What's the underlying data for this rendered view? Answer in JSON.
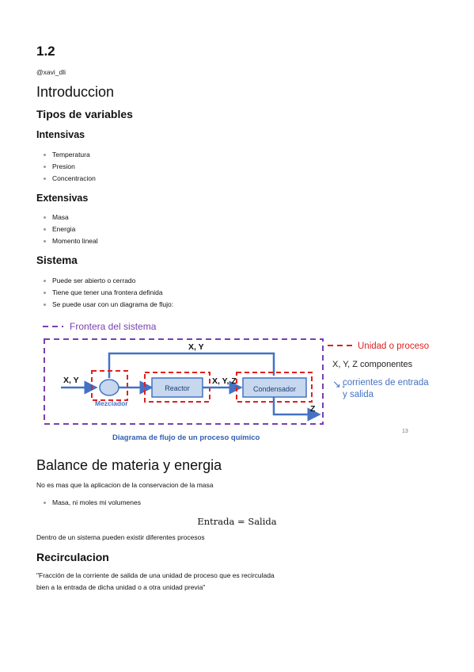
{
  "header": {
    "section_number": "1.2",
    "author": "@xavi_dli"
  },
  "intro": {
    "title": "Introduccion"
  },
  "tipos": {
    "title": "Tipos de variables",
    "intensivas": {
      "title": "Intensivas",
      "items": [
        "Temperatura",
        "Presion",
        "Concentracion"
      ]
    },
    "extensivas": {
      "title": "Extensivas",
      "items": [
        "Masa",
        "Energia",
        "Momento lineal"
      ]
    }
  },
  "sistema": {
    "title": "Sistema",
    "items": [
      "Puede ser abierto o cerrado",
      "Tiene que tener una frontera definida",
      "Se puede usar con un diagrama de flujo:"
    ]
  },
  "diagram": {
    "legend_frontier": "Frontera del sistema",
    "legend_unit": "Unidad o proceso",
    "legend_components": "X, Y, Z componentes",
    "legend_streams_1": "corrientes de entrada",
    "legend_streams_2": "y salida",
    "inlet_label": "X, Y",
    "recycle_label": "X, Y",
    "mid_label": "X, Y, Z",
    "outlet_label": "Z",
    "mixer_label": "Mezclador",
    "reactor_label": "Reactor",
    "condenser_label": "Condensador",
    "caption": "Diagrama de flujo de un proceso químico",
    "page_number": "13",
    "colors": {
      "frontier": "#7a3fb0",
      "unit": "#e02020",
      "stream": "#4472c4",
      "block_fill": "#c6d7ee",
      "caption": "#2f5fb0"
    }
  },
  "balance": {
    "title": "Balance de materia y energia",
    "intro": "No es mas que la aplicacion de la conservacion de la masa",
    "items": [
      "Masa, ni moles mi volumenes"
    ],
    "formula": "Entrada = Salida",
    "after": "Dentro de un sistema pueden existir diferentes procesos"
  },
  "recirculacion": {
    "title": "Recirculacion",
    "quote_line1": "\"Fracción de la corriente de salida de una unidad de proceso que es recirculada",
    "quote_line2": "bien a la entrada de dicha unidad o a otra unidad previa\""
  }
}
